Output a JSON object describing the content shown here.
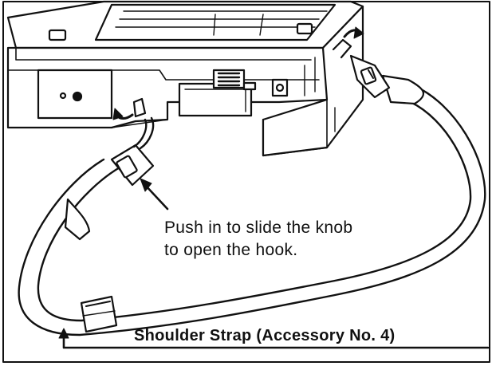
{
  "figure": {
    "callout_push": {
      "line1": "Push in to slide the knob",
      "line2": "to open the hook."
    },
    "callout_strap": "Shoulder Strap (Accessory No. 4)"
  }
}
